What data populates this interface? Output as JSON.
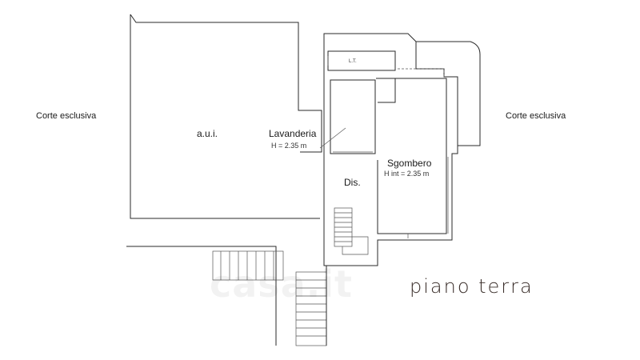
{
  "labels": {
    "corte_left": "Corte esclusiva",
    "corte_right": "Corte esclusiva",
    "aui": "a.u.i.",
    "lavanderia": "Lavanderia",
    "lavanderia_h": "H = 2.35 m",
    "lt": "L.T.",
    "sgombero": "Sgombero",
    "sgombero_h": "H int = 2.35 m",
    "dis": "Dis.",
    "floor_title": "piano terra"
  },
  "watermark": {
    "text": "casa.it"
  }
}
